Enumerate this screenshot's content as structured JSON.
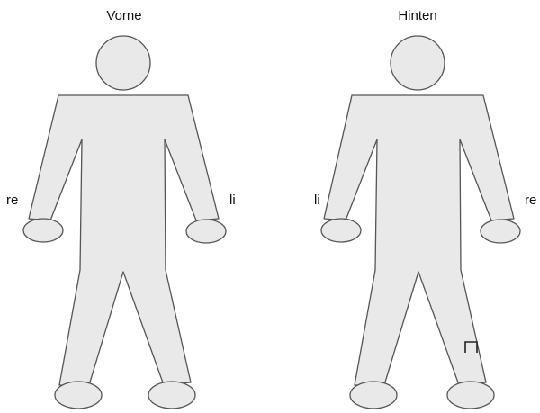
{
  "figures": [
    {
      "title": "Vorne",
      "left_label": "re",
      "right_label": "li"
    },
    {
      "title": "Hinten",
      "left_label": "li",
      "right_label": "re"
    }
  ],
  "colors": {
    "body_fill": "#e9e9e9",
    "outline": "#555555",
    "text": "#111111"
  }
}
